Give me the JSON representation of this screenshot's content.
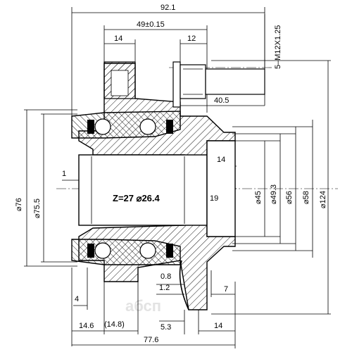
{
  "dimensions": {
    "top_total": "92.1",
    "top_bolt_span": "49±0.15",
    "top_left_14": "14",
    "top_right_12": "12",
    "thread": "5–M12X1.25",
    "stud_len": "40.5",
    "bore_14": "14",
    "bore_19": "19",
    "left_1": "1",
    "teeth": "Z=27",
    "teeth_dia": "⌀26.4",
    "d76": "⌀76",
    "d75_5": "⌀75.5",
    "d45": "⌀45",
    "d49_3": "⌀49.3",
    "d56": "⌀56",
    "d58": "⌀58",
    "d124": "⌀124",
    "v0_8": "0.8",
    "v1_2": "1.2",
    "v7": "7",
    "v4": "4",
    "v14_6": "14.6",
    "v14_8": "(14.8)",
    "v5_3": "5.3",
    "v14_bottom": "14",
    "bottom_total": "77.6"
  },
  "watermark": "абсп"
}
